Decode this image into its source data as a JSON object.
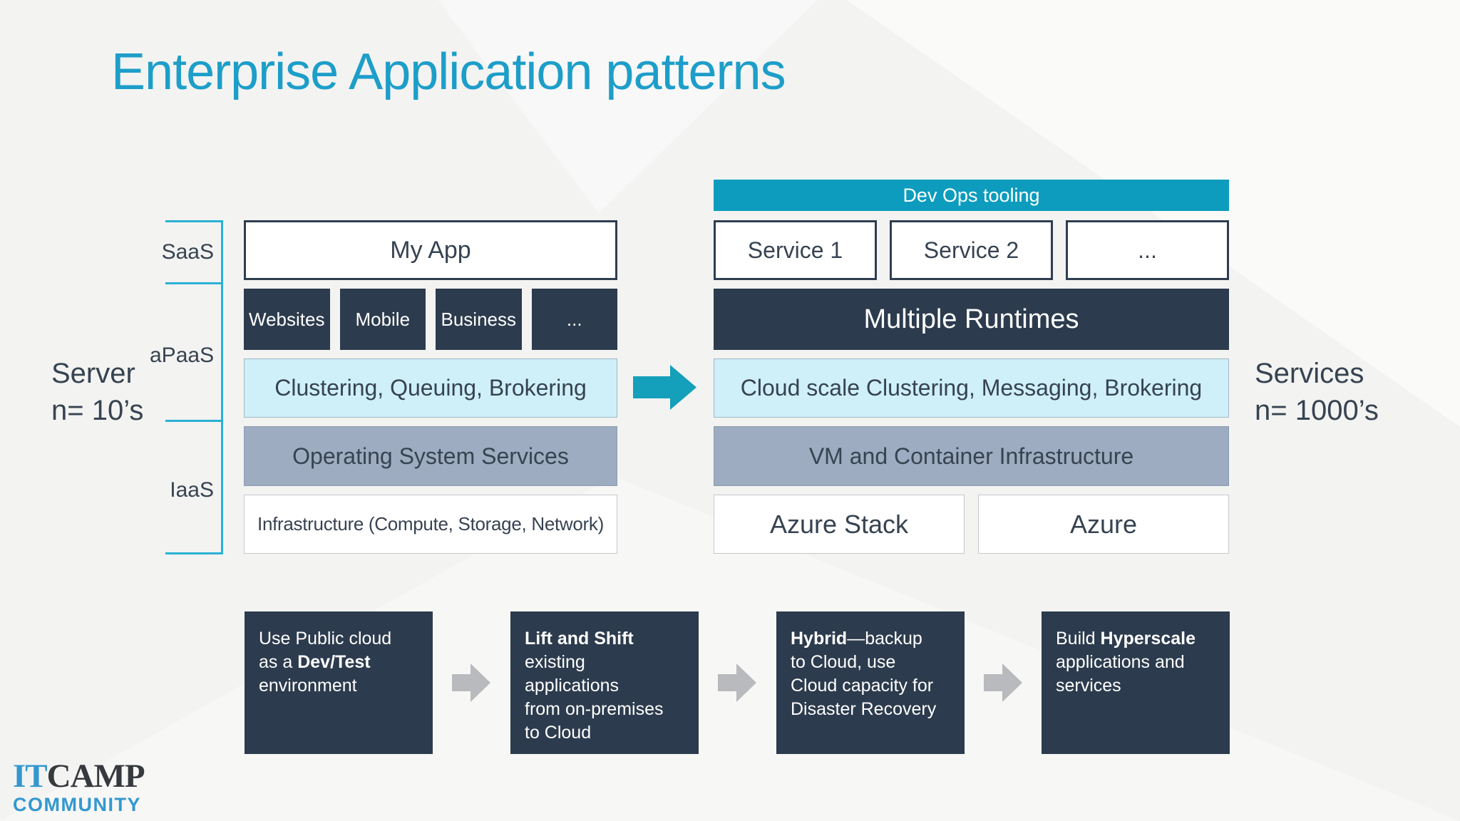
{
  "title": "Enterprise Application patterns",
  "left_annotation": {
    "line1": "Server",
    "line2": "n= 10’s"
  },
  "right_annotation": {
    "line1": "Services",
    "line2": "n= 1000’s"
  },
  "tiers": {
    "saas": "SaaS",
    "apaas": "aPaaS",
    "iaas": "IaaS"
  },
  "left_stack": {
    "app": "My App",
    "workloads": [
      "Websites",
      "Mobile",
      "Business",
      "..."
    ],
    "middleware": "Clustering, Queuing, Brokering",
    "os": "Operating System Services",
    "infrastructure": "Infrastructure (Compute, Storage, Network)"
  },
  "right_stack": {
    "devops": "Dev Ops tooling",
    "services": [
      "Service 1",
      "Service 2",
      "..."
    ],
    "runtimes": "Multiple Runtimes",
    "middleware": "Cloud scale Clustering, Messaging, Brokering",
    "infrastructure": "VM and Container Infrastructure",
    "clouds": [
      "Azure Stack",
      "Azure"
    ]
  },
  "journey": [
    {
      "lines": [
        [
          {
            "t": "Use Public cloud"
          }
        ],
        [
          {
            "t": "as a "
          },
          {
            "t": "Dev/Test",
            "b": true
          }
        ],
        [
          {
            "t": "environment"
          }
        ]
      ]
    },
    {
      "lines": [
        [
          {
            "t": "Lift and Shift",
            "b": true
          }
        ],
        [
          {
            "t": "existing"
          }
        ],
        [
          {
            "t": "applications"
          }
        ],
        [
          {
            "t": "from on-premises"
          }
        ],
        [
          {
            "t": "to Cloud"
          }
        ]
      ]
    },
    {
      "lines": [
        [
          {
            "t": "Hybrid",
            "b": true
          },
          {
            "t": "—backup"
          }
        ],
        [
          {
            "t": "to Cloud, use"
          }
        ],
        [
          {
            "t": "Cloud capacity for"
          }
        ],
        [
          {
            "t": "Disaster Recovery"
          }
        ]
      ]
    },
    {
      "lines": [
        [
          {
            "t": "Build "
          },
          {
            "t": "Hyperscale",
            "b": true
          }
        ],
        [
          {
            "t": "applications and"
          }
        ],
        [
          {
            "t": "services"
          }
        ]
      ]
    }
  ],
  "logo": {
    "part1": "IT",
    "part2": "CAMP",
    "subtitle": "COMMUNITY"
  },
  "colors": {
    "background": "#f3f3f2",
    "title_accent": "#1d9ec9",
    "teal_bar": "#0d9cbd",
    "arrow_teal": "#149fba",
    "bracket_teal": "#2ab1d4",
    "dark_slate": "#2c3b4d",
    "dark_border": "#2f3e4f",
    "cyan_light": "#cff0f9",
    "cyan_border": "#9fb8c2",
    "gray_blue": "#9dacc0",
    "grayblue_border": "#8a9cb2",
    "light_border": "#c5c8cc",
    "text_dark": "#374351",
    "gray_arrow": "#b9babd",
    "logo_blue": "#3498cf",
    "logo_dark": "#36393e"
  }
}
